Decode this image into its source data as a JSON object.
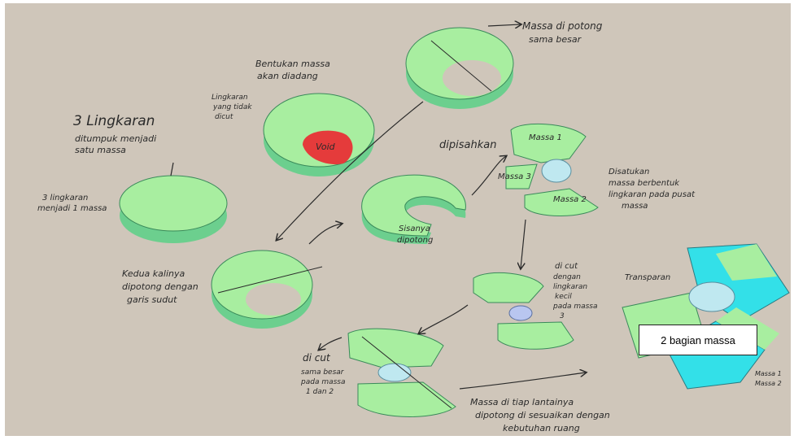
{
  "colors": {
    "paper": "#cfc6ba",
    "mass_fill": "#a8eea0",
    "mass_side": "#6ccf8e",
    "void_fill": "#e53b3b",
    "glass": "#bfe8f0",
    "cyan_face": "#33e0e8",
    "ink": "#2a2a2a"
  },
  "sketch": {
    "title_line1": "3 Lingkaran",
    "title_line2": "ditumpuk menjadi",
    "title_line3": "satu massa",
    "label_stacked": "3 lingkaran",
    "label_stacked2": "menjadi 1 massa",
    "label_void1": "Bentukan massa",
    "label_void2": "akan diadang",
    "label_void3": "Lingkaran",
    "label_void4": "yang tidak",
    "label_void5": "dicut",
    "void_word": "Void",
    "label_cut_top1": "Massa di potong",
    "label_cut_top2": "sama besar",
    "label_moved": "dipisahkan",
    "label_split1": "Sisanya",
    "label_split2": "dipotong",
    "label_mass1": "Massa 1",
    "label_mass2": "Massa 2",
    "label_mass3": "Massa 3",
    "label_joined1": "Disatukan",
    "label_joined2": "massa berbentuk",
    "label_joined3": "lingkaran pada pusat",
    "label_joined4": "massa",
    "label_second1": "Kedua kalinya",
    "label_second2": "dipotong dengan",
    "label_second3": "garis sudut",
    "label_cut_mid1": "di cut",
    "label_cut_mid2": "dengan",
    "label_cut_mid3": "lingkaran",
    "label_cut_mid4": "kecil",
    "label_cut_mid5": "pada massa",
    "label_cut_mid6": "3",
    "label_cut_low1": "di cut",
    "label_cut_low2": "sama besar",
    "label_cut_low3": "pada massa",
    "label_cut_low4": "1 dan 2",
    "label_roof1": "Massa di tiap lantainya",
    "label_roof2": "dipotong di sesuaikan dengan",
    "label_roof3": "kebutuhan ruang",
    "label_final": "Transparan",
    "label_final_mass1": "Massa 1",
    "label_final_mass2": "Massa 2"
  },
  "callout_text": "2 bagian massa"
}
